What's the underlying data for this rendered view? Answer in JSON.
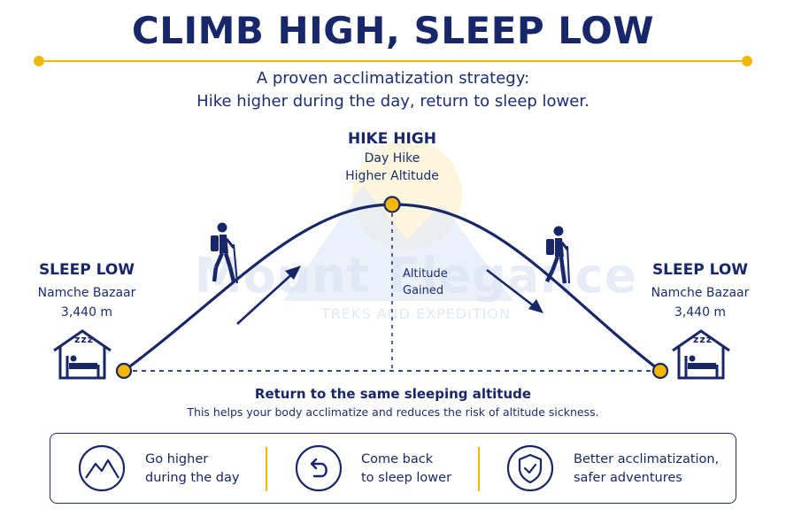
{
  "title": "CLIMB HIGH, SLEEP LOW",
  "intro": {
    "line1": "A proven acclimatization strategy:",
    "line2": "Hike higher  during the day, return to sleep lower."
  },
  "peak": {
    "heading": "HIKE HIGH",
    "line1": "Day Hike",
    "line2": "Higher Altitude"
  },
  "altitude_gained": {
    "line1": "Altitude",
    "line2": "Gained"
  },
  "left_camp": {
    "heading": "SLEEP LOW",
    "place": "Namche Bazaar",
    "altitude": "3,440 m"
  },
  "right_camp": {
    "heading": "SLEEP LOW",
    "place": "Namche Bazaar",
    "altitude": "3,440 m"
  },
  "sleep_glyph": "zzz",
  "return": {
    "title": "Return to the same sleeping altitude",
    "subtitle": "This helps your body acclimatize and reduces the risk of altitude sickness."
  },
  "watermark": {
    "name": "Mount Elegance",
    "tagline": "TREKS AND EXPEDITION"
  },
  "benefits": [
    {
      "icon": "mountain-icon",
      "text": "Go higher\nduring the day"
    },
    {
      "icon": "return-arrow-icon",
      "text": "Come back\nto sleep lower"
    },
    {
      "icon": "shield-check-icon",
      "text": "Better acclimatization,\nsafer adventures"
    }
  ],
  "colors": {
    "navy": "#17276a",
    "gold": "#f2b705",
    "watermark": "#dbe3f3"
  }
}
